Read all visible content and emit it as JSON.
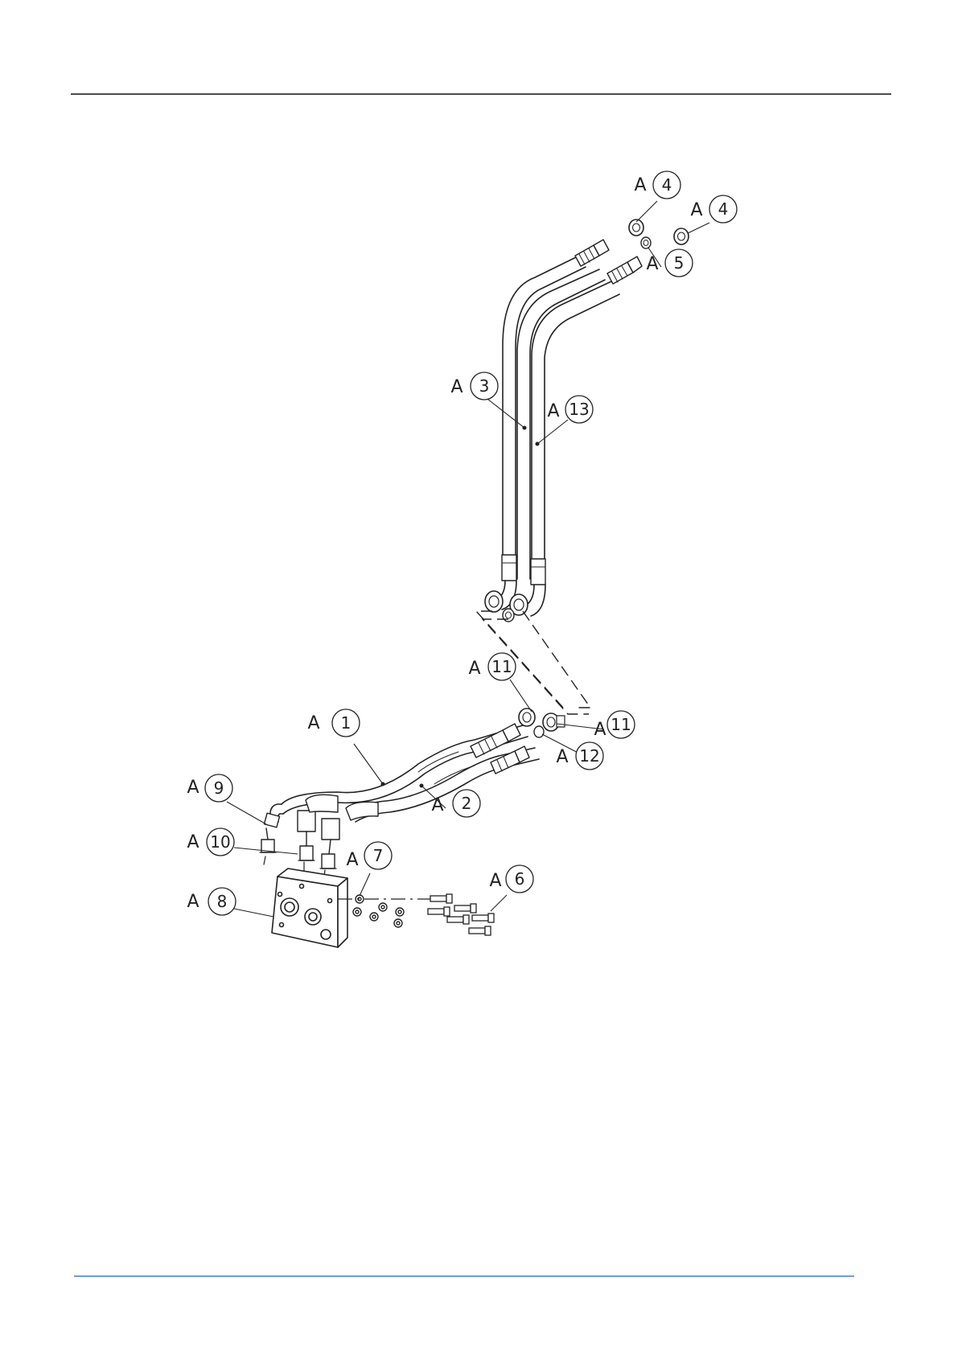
{
  "callout_prefix": "A",
  "colors": {
    "rule_top": "#111111",
    "rule_bottom": "#3c7ad8",
    "ink": "#222222"
  },
  "callouts": [
    {
      "id": "c1",
      "number": "1",
      "letter": "A"
    },
    {
      "id": "c2",
      "number": "2",
      "letter": "A"
    },
    {
      "id": "c3",
      "number": "3",
      "letter": "A"
    },
    {
      "id": "c4a",
      "number": "4",
      "letter": "A"
    },
    {
      "id": "c4b",
      "number": "4",
      "letter": "A"
    },
    {
      "id": "c5",
      "number": "5",
      "letter": "A"
    },
    {
      "id": "c6",
      "number": "6",
      "letter": "A"
    },
    {
      "id": "c7",
      "number": "7",
      "letter": "A"
    },
    {
      "id": "c8",
      "number": "8",
      "letter": "A"
    },
    {
      "id": "c9",
      "number": "9",
      "letter": "A"
    },
    {
      "id": "c10",
      "number": "10",
      "letter": "A"
    },
    {
      "id": "c11a",
      "number": "11",
      "letter": "A"
    },
    {
      "id": "c11b",
      "number": "11",
      "letter": "A"
    },
    {
      "id": "c12",
      "number": "12",
      "letter": "A"
    },
    {
      "id": "c13",
      "number": "13",
      "letter": "A"
    }
  ]
}
